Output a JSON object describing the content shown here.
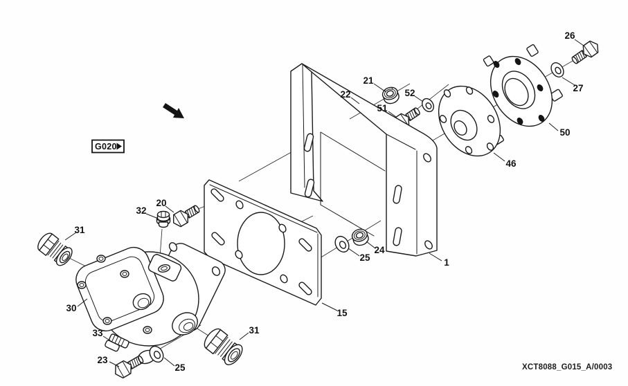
{
  "diagram": {
    "paper_color": "#fefefe",
    "ink_color": "#1a1a1a",
    "drawing_id": "XCT8088_G015_A/0003",
    "group_ref": {
      "label": "G020"
    },
    "callouts": [
      {
        "text": "1"
      },
      {
        "text": "15"
      },
      {
        "text": "20"
      },
      {
        "text": "21"
      },
      {
        "text": "22"
      },
      {
        "text": "23"
      },
      {
        "text": "24"
      },
      {
        "text": "25"
      },
      {
        "text": "25"
      },
      {
        "text": "26"
      },
      {
        "text": "27"
      },
      {
        "text": "30"
      },
      {
        "text": "31"
      },
      {
        "text": "31"
      },
      {
        "text": "32"
      },
      {
        "text": "33"
      },
      {
        "text": "46"
      },
      {
        "text": "50"
      },
      {
        "text": "51"
      },
      {
        "text": "52"
      }
    ]
  }
}
